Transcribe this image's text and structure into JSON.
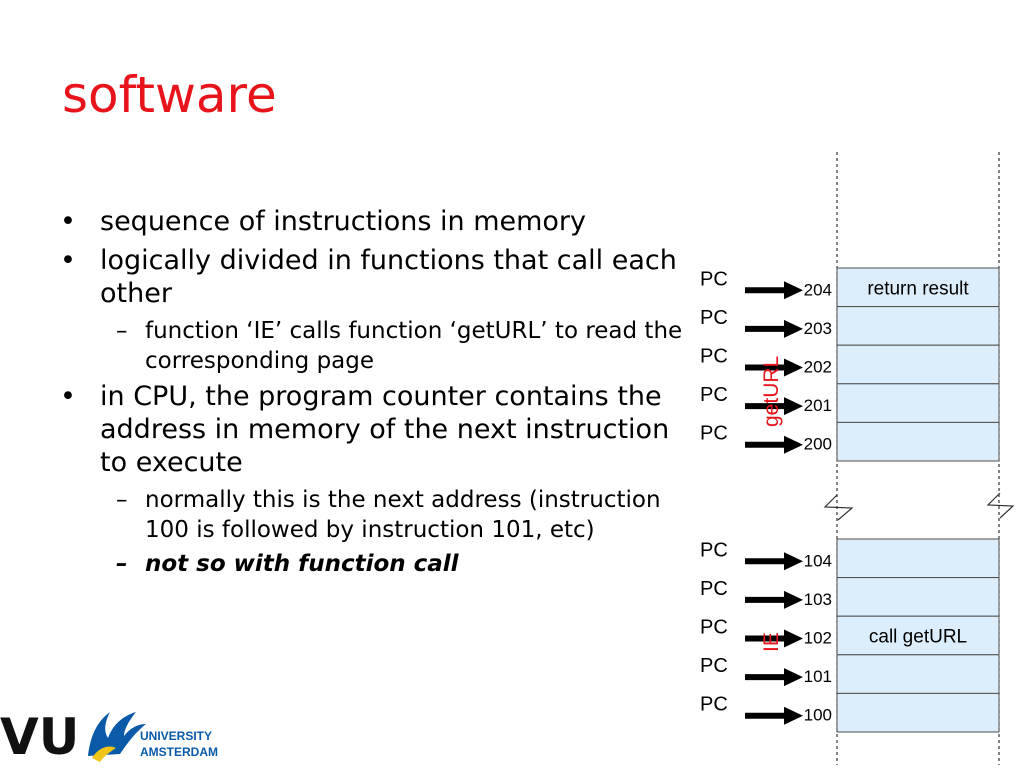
{
  "slide": {
    "title": "software",
    "bullets": [
      {
        "text": "sequence of instructions in memory"
      },
      {
        "text": "logically divided in functions that call each other",
        "subs": [
          {
            "text": "function ‘IE’ calls function ‘getURL’ to read the corresponding page"
          }
        ]
      },
      {
        "text": "in CPU, the program counter contains the address in memory of the next instruction to execute",
        "subs": [
          {
            "text": "normally this is the next address (instruction 100 is followed by instruction 101, etc)"
          },
          {
            "text": "not so with function call",
            "emphasis": true
          }
        ]
      }
    ]
  },
  "diagram": {
    "pc_label": "PC",
    "upper_block": {
      "function_name": "getURL",
      "cells": [
        {
          "address": "204",
          "content": "return result"
        },
        {
          "address": "203",
          "content": ""
        },
        {
          "address": "202",
          "content": ""
        },
        {
          "address": "201",
          "content": ""
        },
        {
          "address": "200",
          "content": ""
        }
      ]
    },
    "lower_block": {
      "function_name": "IE",
      "cells": [
        {
          "address": "104",
          "content": ""
        },
        {
          "address": "103",
          "content": ""
        },
        {
          "address": "102",
          "content": "call getURL"
        },
        {
          "address": "101",
          "content": ""
        },
        {
          "address": "100",
          "content": ""
        }
      ]
    },
    "colors": {
      "cell_fill": "#dceefb",
      "cell_stroke": "#4d4d4d",
      "function_label": "#e8141b",
      "arrow": "#000000"
    }
  },
  "logo": {
    "mark": "VU",
    "line1": "UNIVERSITY",
    "line2": "AMSTERDAM",
    "color": "#0a5aa8"
  }
}
